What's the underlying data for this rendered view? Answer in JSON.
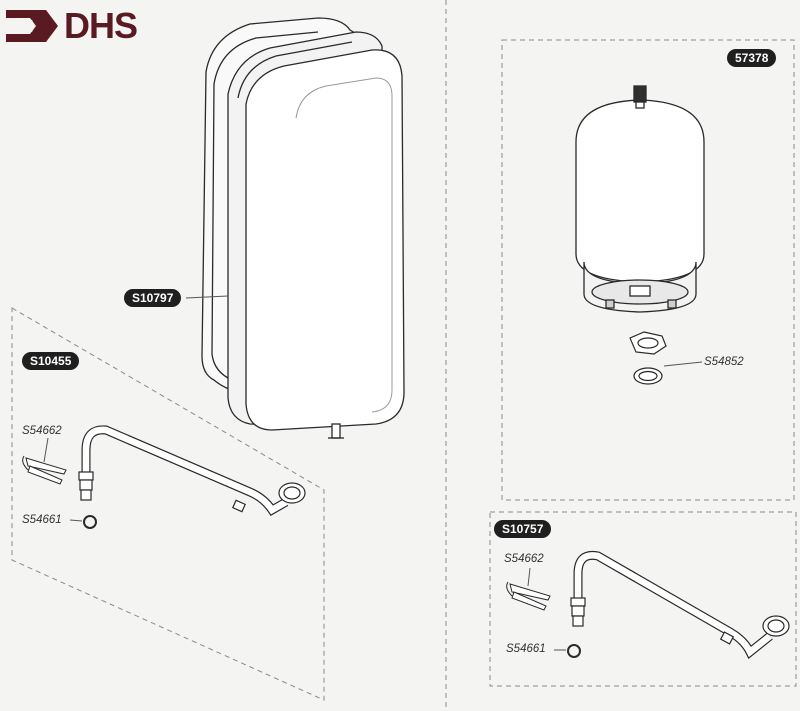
{
  "logo": {
    "text": "DHS",
    "color": "#5a1a22"
  },
  "parts": {
    "expansion_vessel_rect": "S10797",
    "pipe_kit_left": "S10455",
    "clip_left": "S54662",
    "oring_left": "S54661",
    "expansion_vessel_round": "57378",
    "nut_washer": "S54852",
    "pipe_kit_right": "S10757",
    "clip_right": "S54662",
    "oring_right": "S54661"
  },
  "colors": {
    "line": "#2a2a2a",
    "dash": "#8a8a8a",
    "pill_bg": "#1f1f1f",
    "background": "#f4f4f2"
  }
}
